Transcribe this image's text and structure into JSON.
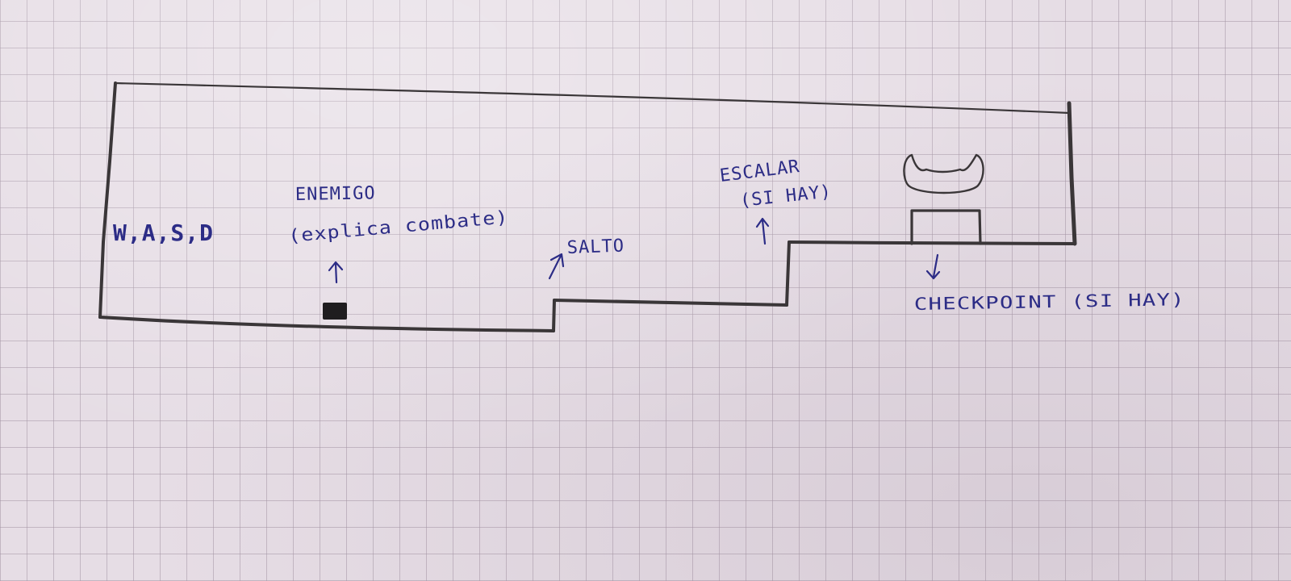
{
  "labels": {
    "controls": "W,A,S,D",
    "enemy_line1": "ENEMIGO",
    "enemy_line2": "(explica combate)",
    "jump": "SALTO",
    "climb_line1": "ESCALAR",
    "climb_line2": "(SI HAY)",
    "checkpoint": "CHECKPOINT (SI HAY)"
  },
  "colors": {
    "paper": "#e6dde5",
    "grid": "#a596a5",
    "pencil": "#3a3638",
    "ink": "#2c2c86"
  }
}
